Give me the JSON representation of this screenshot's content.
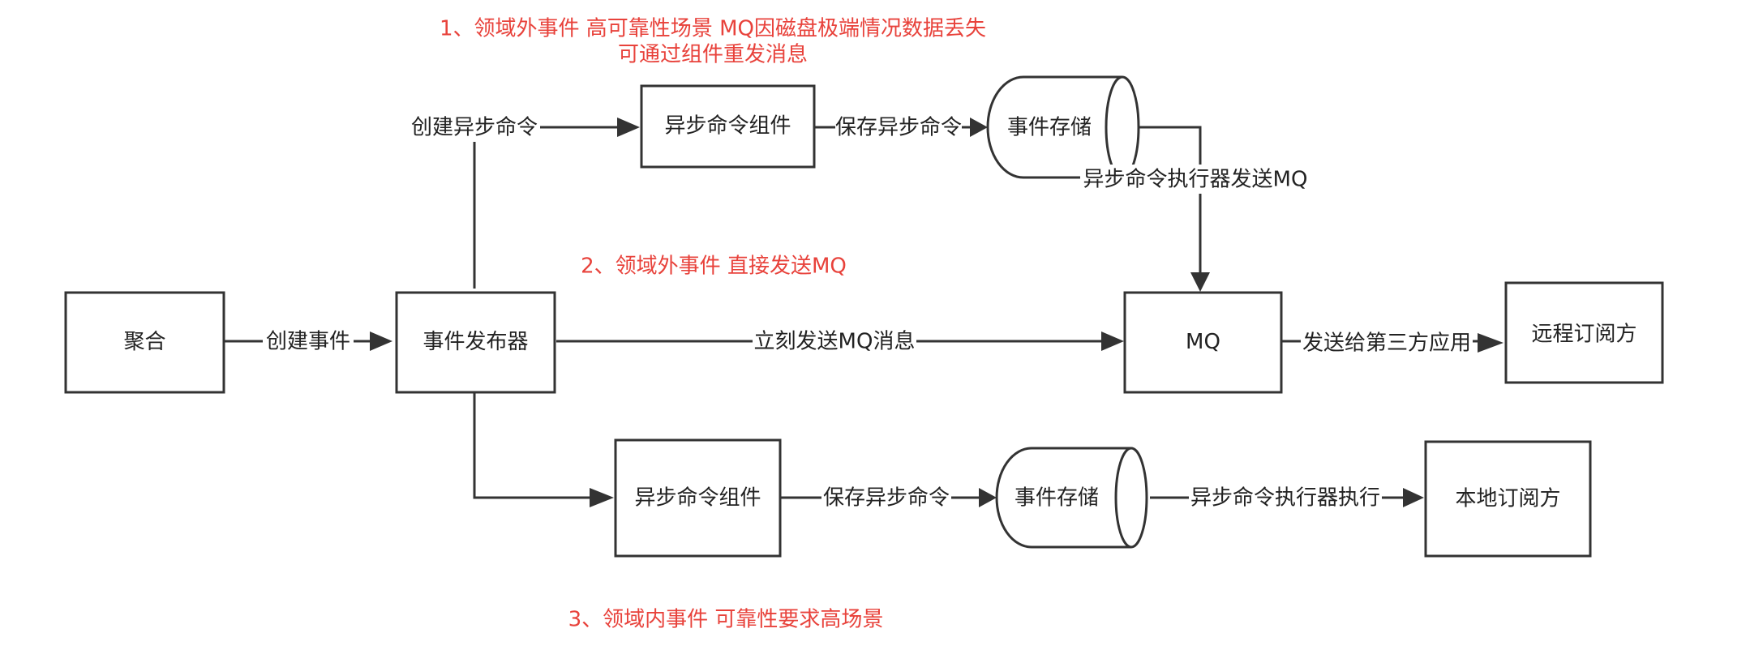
{
  "annotations": {
    "top_line1": "1、领域外事件 高可靠性场景 MQ因磁盘极端情况数据丢失",
    "top_line2": "可通过组件重发消息",
    "middle": "2、领域外事件 直接发送MQ",
    "bottom": "3、领域内事件 可靠性要求高场景",
    "color": "#e8423b"
  },
  "nodes": {
    "aggregate": "聚合",
    "publisher": "事件发布器",
    "async_top": "异步命令组件",
    "store_top": "事件存储",
    "mq": "MQ",
    "remote": "远程订阅方",
    "async_bottom": "异步命令组件",
    "store_bottom": "事件存储",
    "local": "本地订阅方"
  },
  "edges": {
    "create_event": "创建事件",
    "create_async": "创建异步命令",
    "save_async_top": "保存异步命令",
    "executor_send_mq": "异步命令执行器发送MQ",
    "send_mq_now": "立刻发送MQ消息",
    "send_third_party": "发送给第三方应用",
    "save_async_bottom": "保存异步命令",
    "executor_execute": "异步命令执行器执行"
  }
}
